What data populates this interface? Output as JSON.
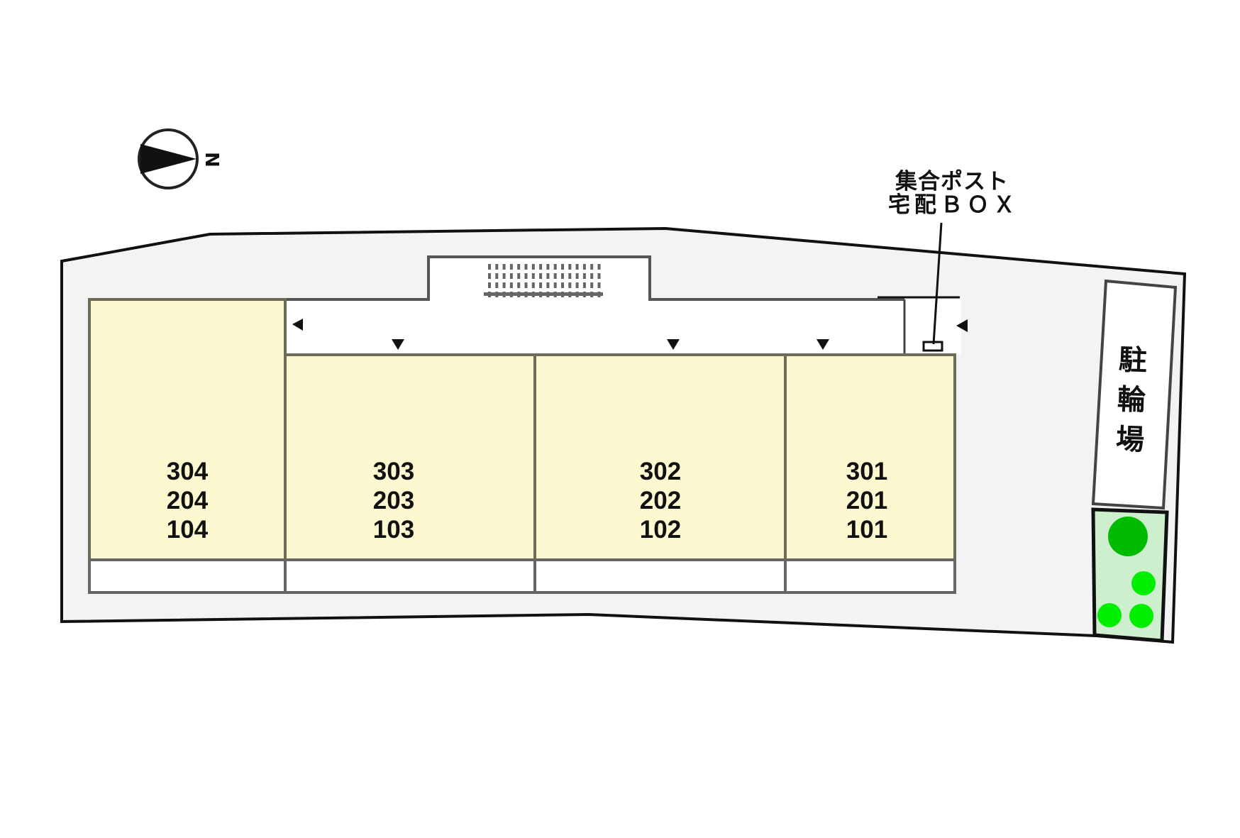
{
  "diagram": {
    "type": "apartment site layout plan",
    "north_indicator": {
      "icon": "north-arrow-icon",
      "letter": "N"
    },
    "site": {
      "ground_color": "#f3f3f3",
      "boundary_color": "#111111"
    },
    "building": {
      "unit_fill_color": "#fdf8d0",
      "wall_color": "#6f6a55",
      "corridor_color": "#ffffff",
      "units": [
        {
          "id": "col-4",
          "numbers": [
            "304",
            "204",
            "104"
          ]
        },
        {
          "id": "col-3",
          "numbers": [
            "303",
            "203",
            "103"
          ]
        },
        {
          "id": "col-2",
          "numbers": [
            "302",
            "202",
            "102"
          ]
        },
        {
          "id": "col-1",
          "numbers": [
            "301",
            "201",
            "101"
          ]
        }
      ],
      "stairs": {
        "icon": "stairs-icon"
      },
      "entrance_markers": [
        {
          "icon": "entrance-arrow-left-icon",
          "position": "corridor-left-end"
        },
        {
          "icon": "entrance-arrow-down-icon",
          "position": "unit-303-door"
        },
        {
          "icon": "entrance-arrow-down-icon",
          "position": "unit-302-door"
        },
        {
          "icon": "entrance-arrow-down-icon",
          "position": "unit-301-door"
        },
        {
          "icon": "entrance-arrow-left-icon",
          "position": "site-entrance-right"
        }
      ]
    },
    "callout": {
      "line1": "集合ポスト",
      "line2": "宅配ＢＯＸ"
    },
    "bicycle_parking": {
      "chars": [
        "駐",
        "輪",
        "場"
      ]
    },
    "greenery": {
      "fill_color": "#cdefcd",
      "tree_colors": [
        "#00bb00",
        "#00ee00"
      ],
      "trees": 4
    }
  }
}
